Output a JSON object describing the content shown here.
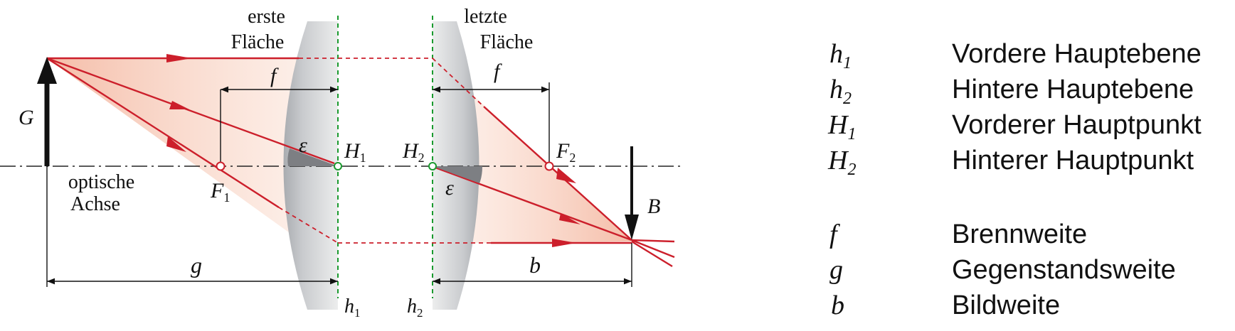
{
  "diagram": {
    "surfaces": {
      "first": [
        "erste",
        "Fläche"
      ],
      "last": [
        "letzte",
        "Fläche"
      ]
    },
    "axis_label": [
      "optische",
      "Achse"
    ],
    "symbols": {
      "G": "G",
      "B": "B",
      "f_left": "f",
      "f_right": "f",
      "g": "g",
      "b": "b",
      "F1": "F",
      "F1_sub": "1",
      "F2": "F",
      "F2_sub": "2",
      "H1": "H",
      "H1_sub": "1",
      "H2": "H",
      "H2_sub": "2",
      "h1": "h",
      "h1_sub": "1",
      "h2": "h",
      "h2_sub": "2",
      "eps_left": "ε",
      "eps_right": "ε"
    },
    "colors": {
      "ray": "#cc1f2b",
      "cone": "#f4b9a3",
      "plane": "#1a9a2e",
      "lens": "#c8cacd",
      "arrow": "#111111"
    }
  },
  "legend": [
    {
      "sym": "h",
      "sub": "1",
      "desc": "Vordere Hauptebene"
    },
    {
      "sym": "h",
      "sub": "2",
      "desc": "Hintere Hauptebene"
    },
    {
      "sym": "H",
      "sub": "1",
      "desc": "Vorderer Hauptpunkt"
    },
    {
      "sym": "H",
      "sub": "2",
      "desc": "Hinterer Hauptpunkt"
    },
    {
      "sym": "f",
      "sub": "",
      "desc": "Brennweite"
    },
    {
      "sym": "g",
      "sub": "",
      "desc": "Gegenstandsweite"
    },
    {
      "sym": "b",
      "sub": "",
      "desc": "Bildweite"
    }
  ]
}
